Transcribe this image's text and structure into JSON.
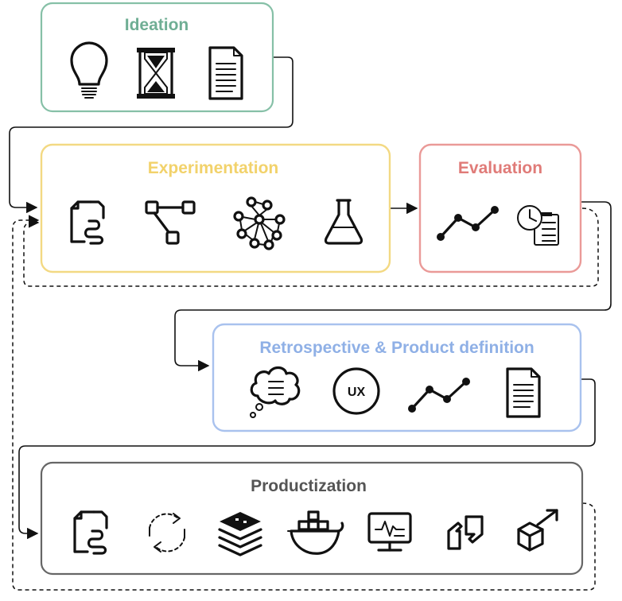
{
  "stages": {
    "ideation": {
      "title": "Ideation",
      "color": "#6fae94",
      "icons": [
        "lightbulb-icon",
        "hourglass-icon",
        "document-icon"
      ]
    },
    "experimentation": {
      "title": "Experimentation",
      "color": "#f2d26b",
      "icons": [
        "code-file-icon",
        "git-branch-icon",
        "neural-network-icon",
        "flask-icon"
      ]
    },
    "evaluation": {
      "title": "Evaluation",
      "color": "#e07b78",
      "icons": [
        "line-chart-icon",
        "schedule-checklist-icon"
      ]
    },
    "retrospective": {
      "title": "Retrospective & Product definition",
      "color": "#8fb0e6",
      "icons": [
        "thought-bubble-icon",
        "ux-icon",
        "line-chart-icon",
        "document-icon"
      ],
      "ux_label": "UX"
    },
    "productization": {
      "title": "Productization",
      "color": "#555555",
      "icons": [
        "code-file-icon",
        "refresh-cycle-icon",
        "layers-stack-icon",
        "docker-whale-icon",
        "monitor-icon",
        "feedback-icon",
        "export-box-icon"
      ]
    }
  },
  "colors": {
    "ideation_border": "#86c0a7",
    "experimentation_border": "#f3d983",
    "evaluation_border": "#ea9a98",
    "retrospective_border": "#a9c2ee",
    "productization_border": "#666666",
    "connector": "#111111"
  }
}
